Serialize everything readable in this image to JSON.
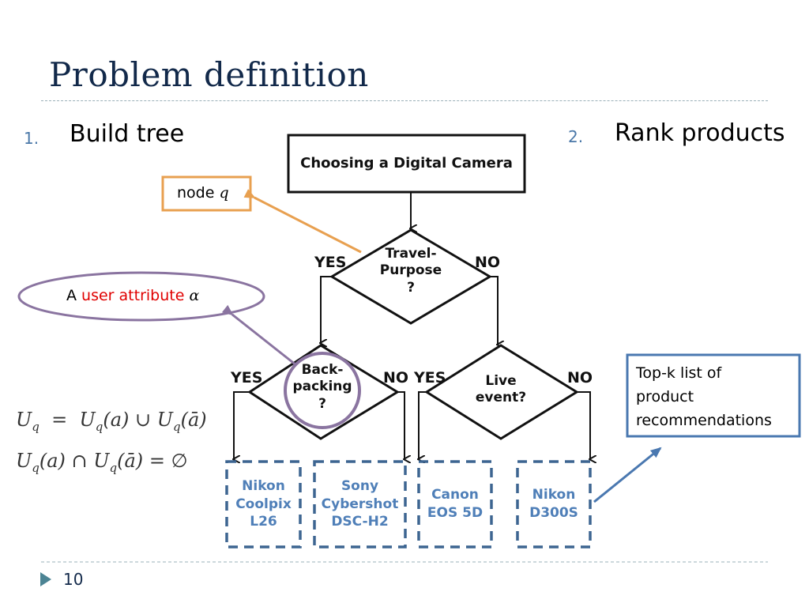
{
  "slide": {
    "title": "Problem definition",
    "page_number": "10"
  },
  "steps": [
    {
      "number": "1.",
      "label": "Build tree"
    },
    {
      "number": "2.",
      "label": "Rank products"
    }
  ],
  "tree": {
    "root": "Choosing a Digital Camera",
    "decision_1": {
      "line1": "Travel-",
      "line2": "Purpose",
      "line3": "?"
    },
    "decision_2": {
      "line1": "Back-",
      "line2": "packing",
      "line3": "?"
    },
    "decision_3": {
      "line1": "Live",
      "line2": "event?"
    },
    "branch_yes": "YES",
    "branch_no": "NO",
    "leaves": [
      {
        "line1": "Nikon",
        "line2": "Coolpix",
        "line3": "L26"
      },
      {
        "line1": "Sony",
        "line2": "Cybershot",
        "line3": "DSC-H2"
      },
      {
        "line1": "Canon",
        "line2": "EOS 5D"
      },
      {
        "line1": "Nikon",
        "line2": "D300S"
      }
    ]
  },
  "annotations": {
    "node_box": {
      "text": "node",
      "symbol": "q",
      "color": "#e8a050"
    },
    "attribute_ellipse": {
      "prefix": "A",
      "highlight": "user attribute",
      "symbol": "α",
      "highlight_color": "#e00000",
      "color": "#8a74a0"
    },
    "topk_box": {
      "line1": "Top-k list of",
      "line2": "product",
      "line3": "recommendations",
      "color": "#4a78b0"
    }
  },
  "formulas": {
    "line1": "Uₐ = Uₐ(a) ∪ Uₐ(ā)",
    "line1_parts": {
      "lhs": "U",
      "sub": "q",
      "eq": "=",
      "t1": "U",
      "t1sub": "q",
      "t1arg": "(a)",
      "op": "∪",
      "t2": "U",
      "t2sub": "q",
      "t2arg": "(ā)"
    },
    "line2_parts": {
      "t1": "U",
      "t1sub": "q",
      "t1arg": "(a)",
      "op": "∩",
      "t2": "U",
      "t2sub": "q",
      "t2arg": "(ā)",
      "eq": "=",
      "rhs": "∅"
    }
  },
  "colors": {
    "title": "#12294a",
    "number": "#4a78a8",
    "leaf_border": "#3d6591",
    "leaf_text": "#4f7fb8"
  }
}
